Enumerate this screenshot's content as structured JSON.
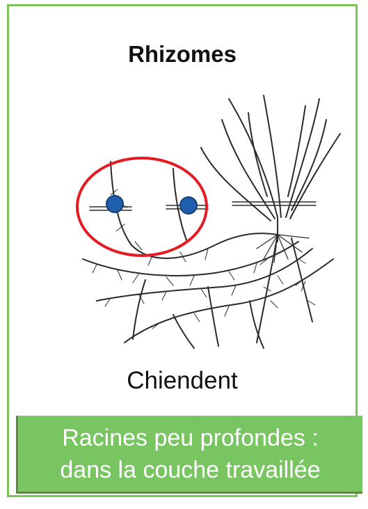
{
  "title": "Rhizomes",
  "caption": "Chiendent",
  "banner": {
    "line1": "Racines peu profondes :",
    "line2": "dans la couche travaillée"
  },
  "colors": {
    "card_border": "#7cc35a",
    "banner_bg": "#79c561",
    "highlight_ring": "#e31b23",
    "marker_dot": "#1f5fae"
  },
  "illustration": {
    "subject": "rhizome-drawing",
    "markers": 2
  }
}
